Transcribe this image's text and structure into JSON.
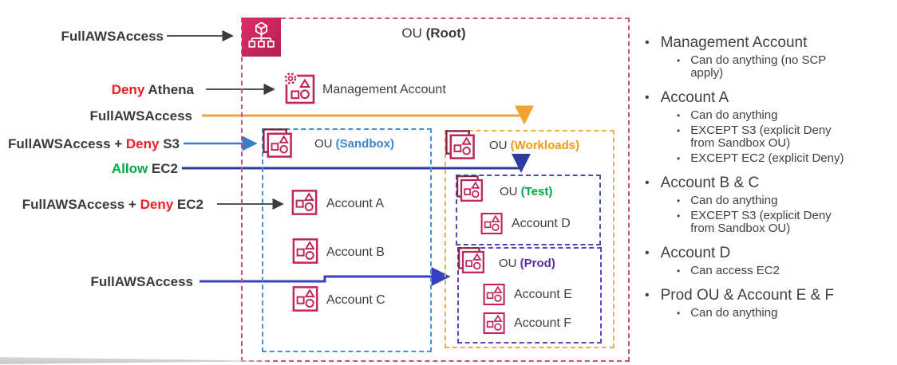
{
  "colors": {
    "icon_pink": "#C02459",
    "icon_dark_maroon": "#7E2440",
    "root_box_pink": "#C5537F",
    "sandbox_blue": "#3E86CB",
    "workloads_orange": "#F2990F",
    "test_green": "#00A63E",
    "prod_purple": "#5E2C9A",
    "deny_red": "#EC1C24",
    "allow_green": "#00A943",
    "arrow_black": "#3B3B3B",
    "arrow_orange": "#F0A32F",
    "arrow_light_blue": "#3E7CC9",
    "arrow_dark_blue": "#2D3A9E",
    "arrow_royal_blue": "#3640C0",
    "text_dark": "#3B3B3B"
  },
  "scp_labels": [
    {
      "id": "fullawsaccess-root",
      "parts": [
        {
          "text": "FullAWSAccess"
        }
      ]
    },
    {
      "id": "deny-athena",
      "parts": [
        {
          "text": "Deny "
        },
        {
          "text": "Athena"
        }
      ]
    },
    {
      "id": "fullawsaccess-workloads",
      "parts": [
        {
          "text": "FullAWSAccess"
        }
      ]
    },
    {
      "id": "fullawsaccess-deny-s3",
      "parts": [
        {
          "text": "FullAWSAccess + "
        },
        {
          "text": "Deny "
        },
        {
          "text": "S3"
        }
      ]
    },
    {
      "id": "allow-ec2",
      "parts": [
        {
          "text": "Allow "
        },
        {
          "text": "EC2"
        }
      ]
    },
    {
      "id": "fullawsaccess-deny-ec2",
      "parts": [
        {
          "text": "FullAWSAccess + "
        },
        {
          "text": "Deny "
        },
        {
          "text": "EC2"
        }
      ]
    },
    {
      "id": "fullawsaccess-prod",
      "parts": [
        {
          "text": "FullAWSAccess"
        }
      ]
    }
  ],
  "diagram": {
    "root_ou": {
      "prefix": "OU ",
      "name": "(Root)"
    },
    "management_account": "Management Account",
    "sandbox_ou": {
      "prefix": "OU ",
      "name": "(Sandbox)"
    },
    "workloads_ou": {
      "prefix": "OU ",
      "name": "(Workloads)"
    },
    "test_ou": {
      "prefix": "OU ",
      "name": "(Test)"
    },
    "prod_ou": {
      "prefix": "OU ",
      "name": "(Prod)"
    },
    "accounts": {
      "a": "Account A",
      "b": "Account B",
      "c": "Account C",
      "d": "Account D",
      "e": "Account E",
      "f": "Account F"
    }
  },
  "notes": [
    {
      "title": "Management Account",
      "subs": [
        "Can do anything (no SCP apply)"
      ]
    },
    {
      "title": "Account A",
      "subs": [
        "Can do anything",
        "EXCEPT S3 (explicit Deny from Sandbox OU)",
        "EXCEPT EC2 (explicit Deny)"
      ]
    },
    {
      "title": "Account B & C",
      "subs": [
        "Can do anything",
        "EXCEPT S3 (explicit Deny from Sandbox OU)"
      ]
    },
    {
      "title": "Account D",
      "subs": [
        "Can access EC2"
      ]
    },
    {
      "title": "Prod OU & Account E & F",
      "subs": [
        "Can do anything"
      ]
    }
  ]
}
